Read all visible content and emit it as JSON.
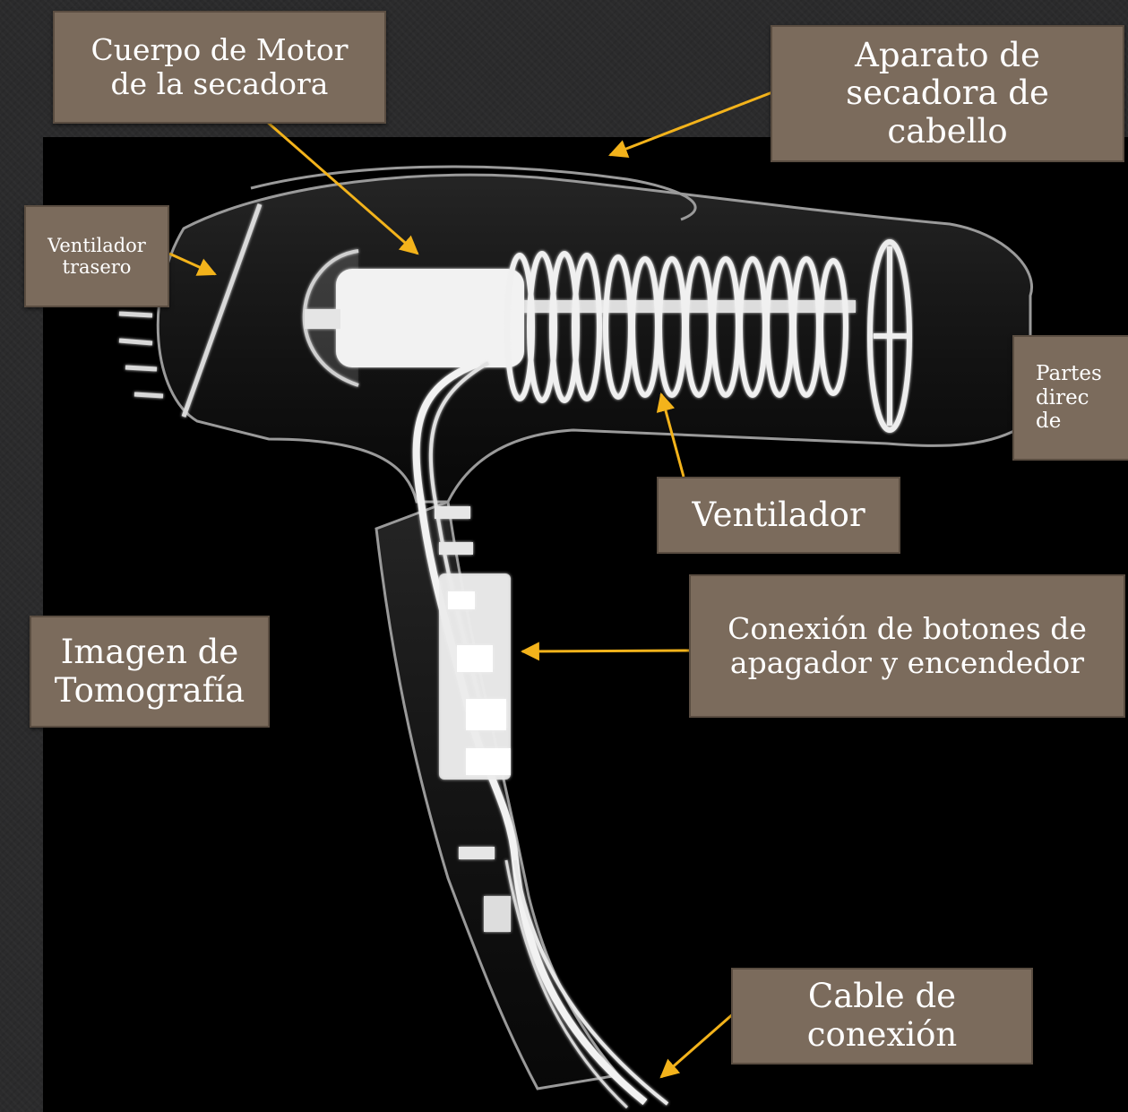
{
  "labels": {
    "motor_body": "Cuerpo de Motor\nde la secadora",
    "device": "Aparato de\nsecadora de\ncabello",
    "rear_fan": "Ventilador\ntrasero",
    "directional_parts": "Partes\ndirec\nde",
    "fan": "Ventilador",
    "switch_connection": "Conexión de botones de\napagador y encendedor",
    "image_type": "Imagen de\nTomografía",
    "cable": "Cable de\nconexión"
  },
  "colors": {
    "label_fill": "#7b6b5c",
    "arrow": "#f3b31b",
    "background": "#2b2b2c",
    "xray_bg": "#000000"
  }
}
